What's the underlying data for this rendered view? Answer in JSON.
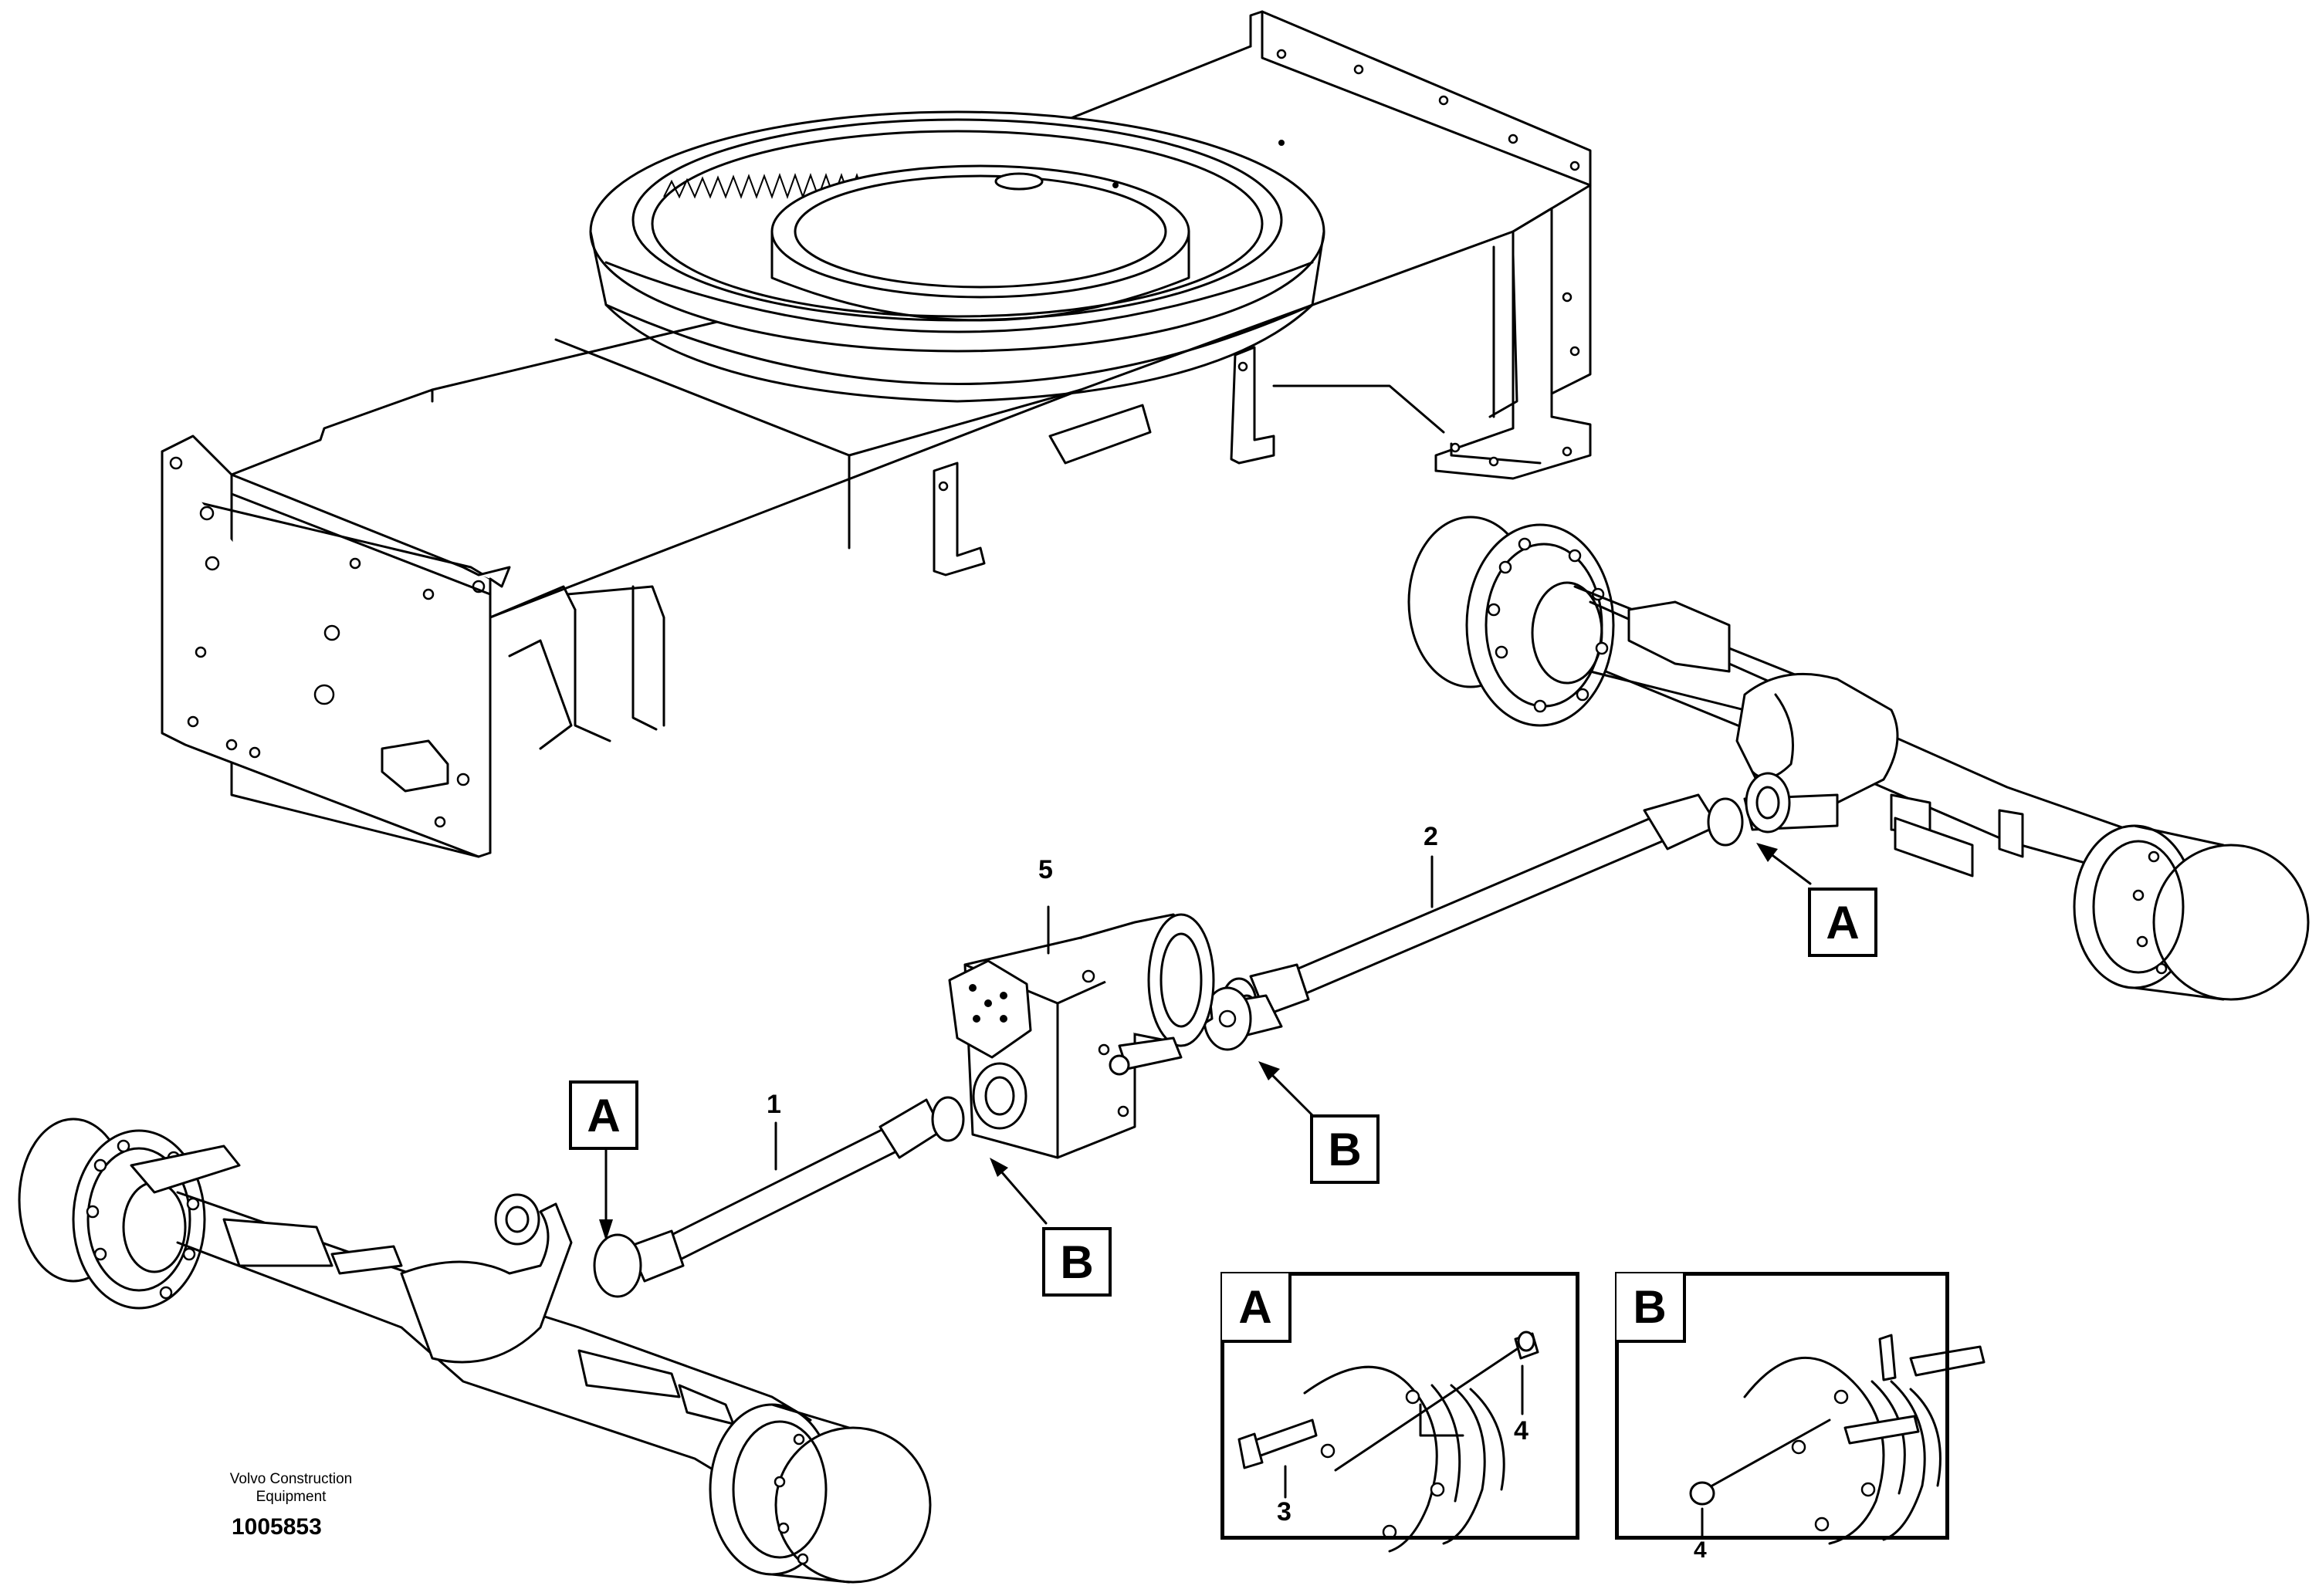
{
  "callouts": {
    "A_rear": "A",
    "A_front": "A",
    "B_drive": "B",
    "B_gear": "B"
  },
  "insets": {
    "A": {
      "title": "A",
      "bolt_label": "3",
      "nut_label": "4"
    },
    "B": {
      "title": "B",
      "nut_label": "4"
    }
  },
  "part_numbers": {
    "shaft_front": "1",
    "shaft_rear": "2",
    "transfer_gearbox": "5"
  },
  "footer": {
    "maker_line1": "Volvo Construction",
    "maker_line2": "Equipment",
    "drawing_number": "1005853"
  }
}
